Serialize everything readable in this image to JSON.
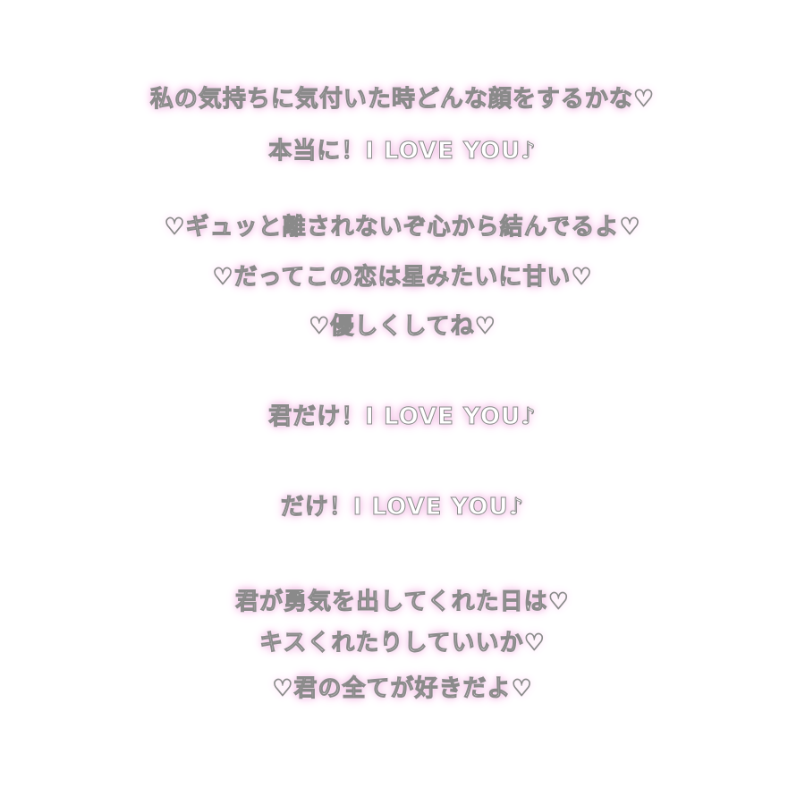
{
  "lyrics": {
    "line1": "私の気持ちに気付いた時どんな顔をするかな♡",
    "line2": "本当に！I LOVE YOU♪",
    "line3": "♡ギュッと離されないぞ心から結んでるよ♡",
    "line4": "♡だってこの恋は星みたいに甘い♡",
    "line5": "♡優しくしてね♡",
    "line6": "君だけ！I LOVE YOU♪",
    "line7": "だけ！I LOVE YOU♪",
    "line8": "君が勇気を出してくれた日は♡",
    "line9": "キスくれたりしていいか♡",
    "line10": "♡君の全てが好きだよ♡"
  },
  "colors": {
    "background": "#ffffff",
    "glow": "#f3b8e4",
    "outline": "#8a8a8a"
  }
}
